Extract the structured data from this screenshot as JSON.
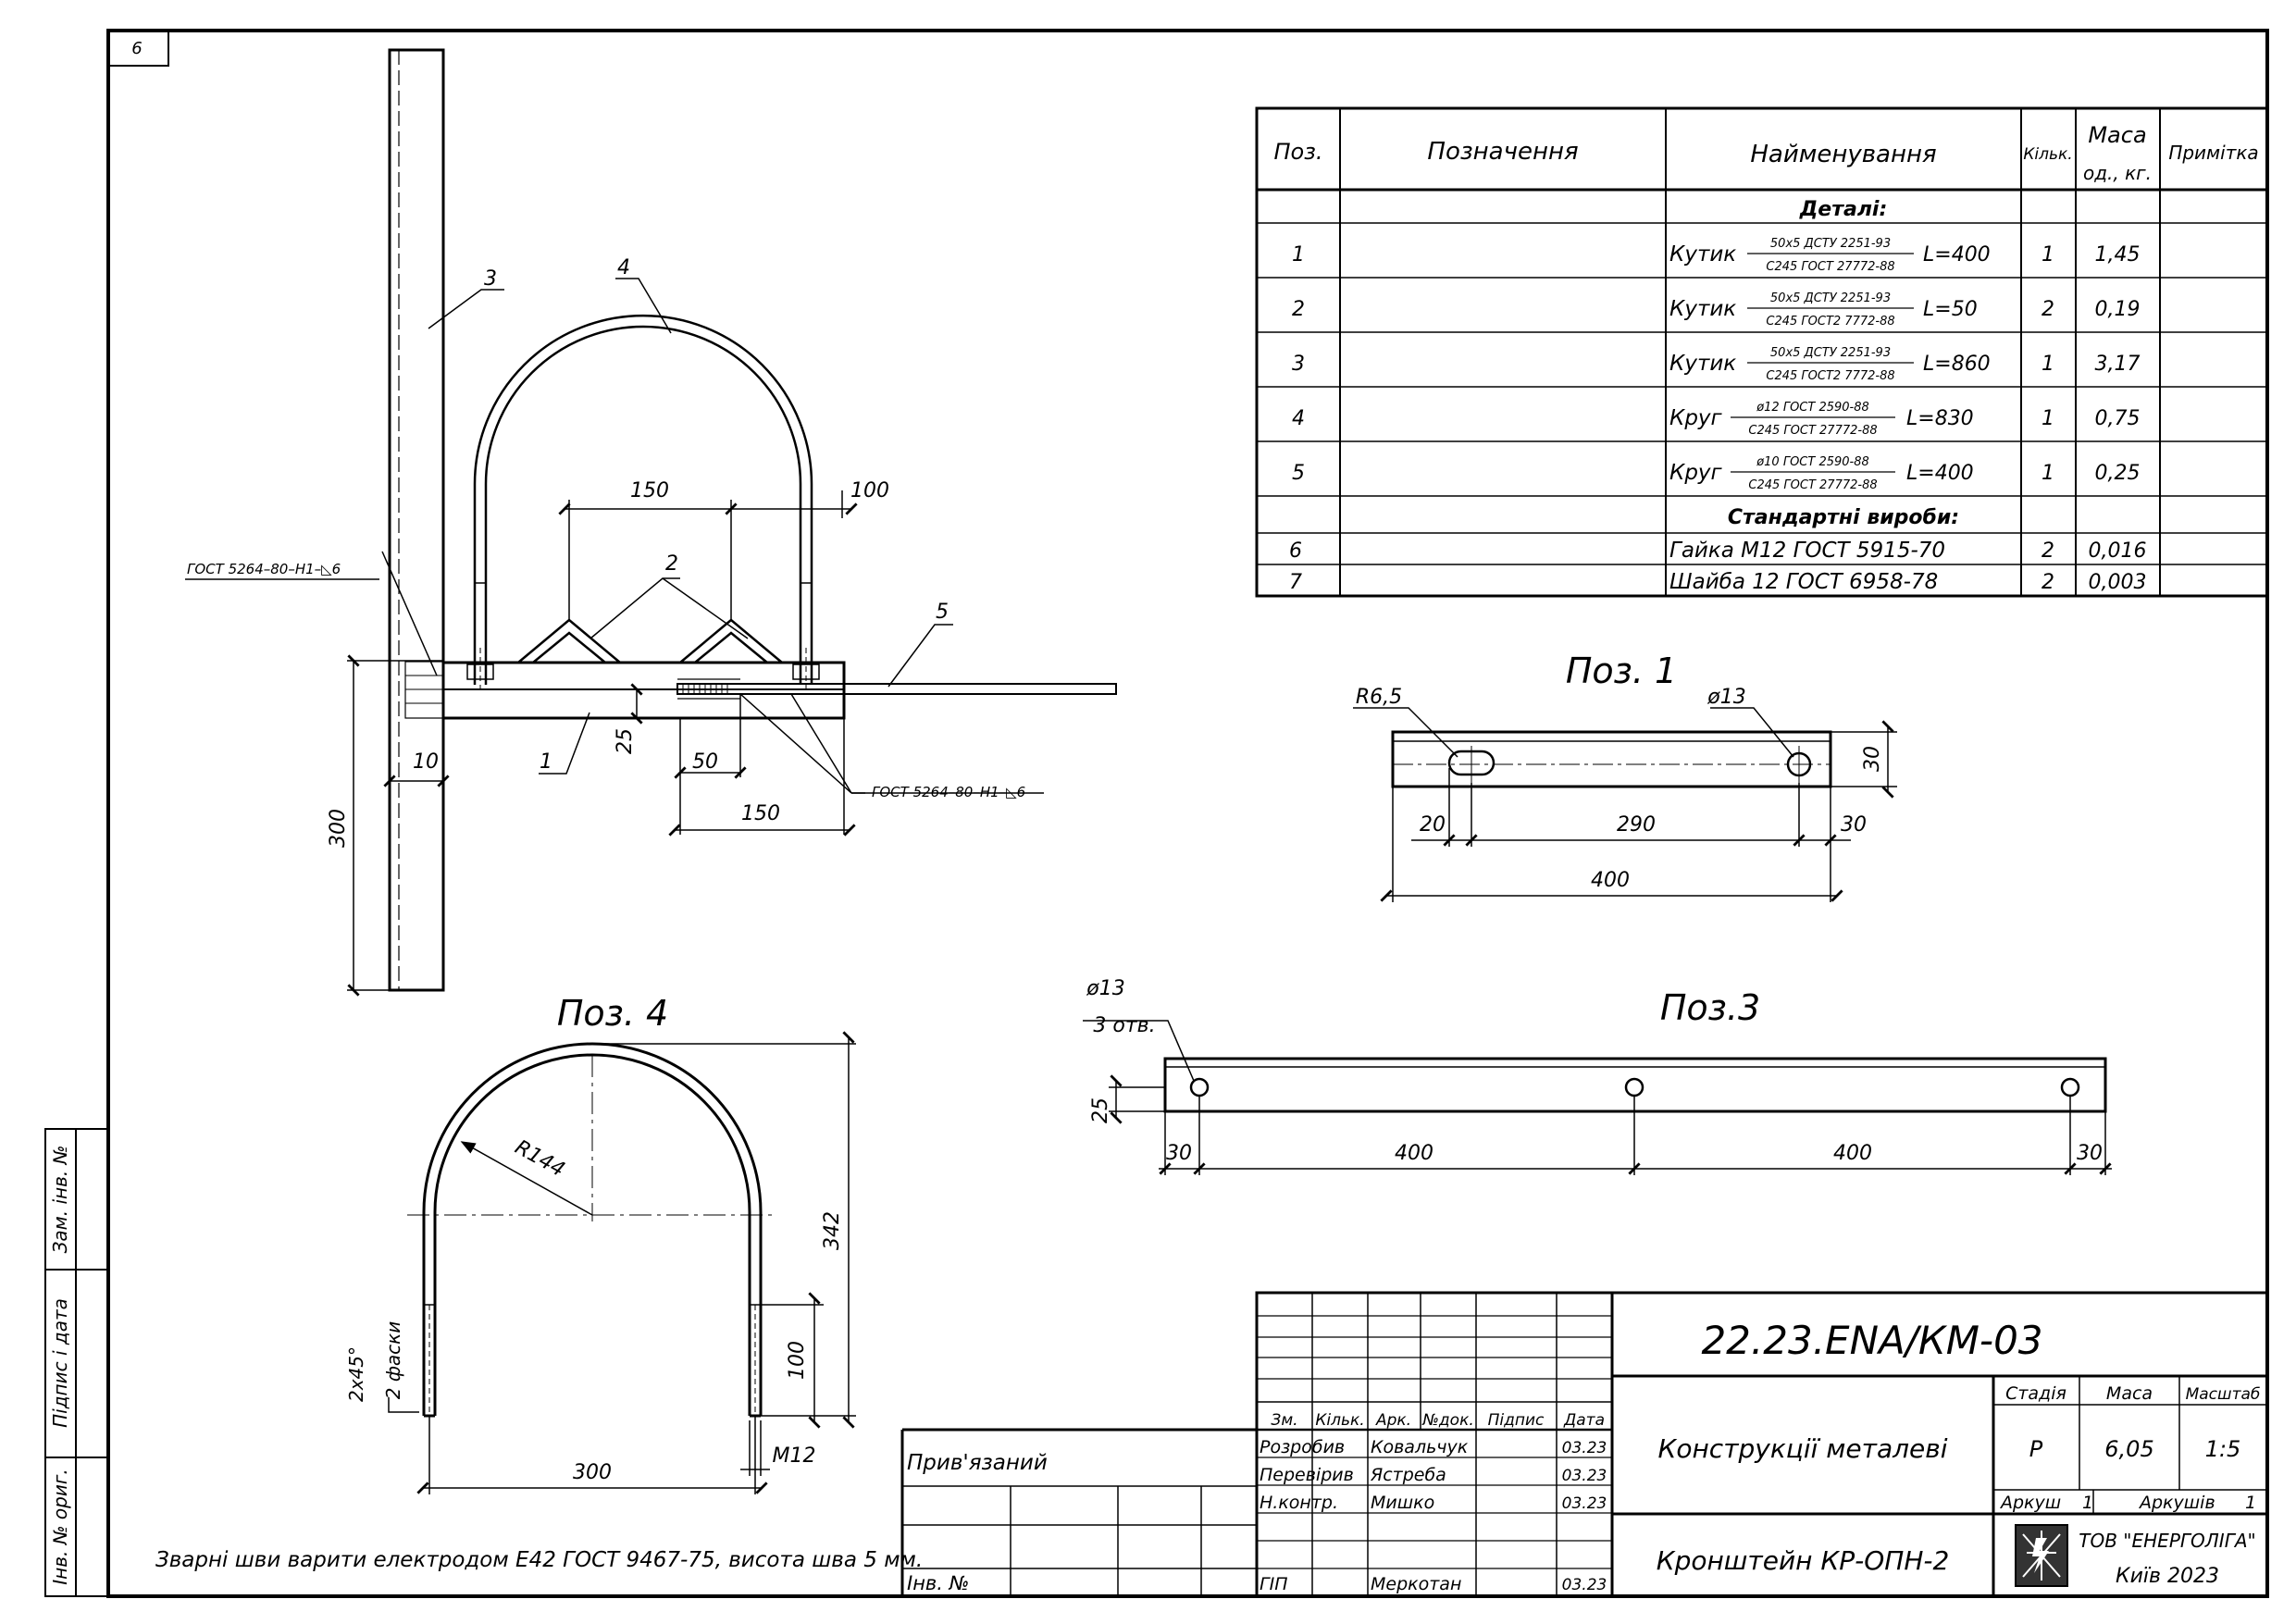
{
  "sheet": {
    "number": "6"
  },
  "views": {
    "assembly": {
      "weld_note_left": "ГОСТ 5264–80–Н1–◺6",
      "weld_note_right": "ГОСТ 5264–80–Н1–◺6",
      "pos_labels": [
        "1",
        "2",
        "3",
        "4",
        "5"
      ],
      "dims": {
        "d150_top": "150",
        "d100": "100",
        "d25": "25",
        "d50": "50",
        "d150_bottom": "150",
        "d300": "300",
        "d10": "10"
      }
    },
    "pos1": {
      "title": "Поз. 1",
      "radius": "R6,5",
      "hole": "ø13",
      "dims": {
        "d30_h": "30",
        "d20": "20",
        "d290": "290",
        "d30_r": "30",
        "d400": "400"
      }
    },
    "pos3": {
      "title": "Поз.3",
      "hole": "ø13",
      "holes_count": "3 отв.",
      "dims": {
        "d25": "25",
        "d30_l": "30",
        "d400_a": "400",
        "d400_b": "400",
        "d30_r": "30"
      }
    },
    "pos4": {
      "title": "Поз. 4",
      "radius": "R144",
      "chamfer": "2х45°",
      "chamfer_note": "2 фаски",
      "thread": "М12",
      "dims": {
        "d342": "342",
        "d100": "100",
        "d300": "300"
      }
    }
  },
  "weld_note": "Зварні шви варити електродом Е42 ГОСТ 9467-75, висота шва 5 мм.",
  "spec_table": {
    "headers": {
      "pos": "Поз.",
      "designation": "Позначення",
      "name": "Найменування",
      "qty": "Кільк.",
      "mass_1": "Маса",
      "mass_2": "од., кг.",
      "note": "Примітка"
    },
    "section_details": "Деталі:",
    "section_standard": "Стандартні вироби:",
    "rows": [
      {
        "pos": "1",
        "name": "Кутик",
        "frac_top": "50х5 ДСТУ 2251-93",
        "frac_bottom": "С245 ГОСТ 27772-88",
        "length": "L=400",
        "qty": "1",
        "mass": "1,45"
      },
      {
        "pos": "2",
        "name": "Кутик",
        "frac_top": "50х5 ДСТУ 2251-93",
        "frac_bottom": "С245 ГОСТ2 7772-88",
        "length": "L=50",
        "qty": "2",
        "mass": "0,19"
      },
      {
        "pos": "3",
        "name": "Кутик",
        "frac_top": "50х5 ДСТУ 2251-93",
        "frac_bottom": "С245 ГОСТ2 7772-88",
        "length": "L=860",
        "qty": "1",
        "mass": "3,17"
      },
      {
        "pos": "4",
        "name": "Круг",
        "frac_top": "ø12 ГОСТ 2590-88",
        "frac_bottom": "С245 ГОСТ 27772-88",
        "length": "L=830",
        "qty": "1",
        "mass": "0,75"
      },
      {
        "pos": "5",
        "name": "Круг",
        "frac_top": "ø10 ГОСТ 2590-88",
        "frac_bottom": "С245 ГОСТ 27772-88",
        "length": "L=400",
        "qty": "1",
        "mass": "0,25"
      }
    ],
    "std_rows": [
      {
        "pos": "6",
        "name": "Гайка М12 ГОСТ 5915-70",
        "qty": "2",
        "mass": "0,016"
      },
      {
        "pos": "7",
        "name": "Шайба 12 ГОСТ 6958-78",
        "qty": "2",
        "mass": "0,003"
      }
    ]
  },
  "side_stamp": {
    "zam": "Зам. інв. №",
    "signature_date": "Підпис і дата",
    "inv_orig": "Інв. № ориг."
  },
  "linked_block": {
    "linked": "Прив'язаний",
    "inv": "Інв. №"
  },
  "title_block": {
    "code": "22.23.ENA/КМ-03",
    "headers": {
      "zm": "Зм.",
      "kilk": "Кільк.",
      "ark": "Арк.",
      "ndok": "№док.",
      "pidpys": "Підпис",
      "data": "Дата"
    },
    "people": [
      {
        "role": "Розробив",
        "name": "Ковальчук",
        "date": "03.23"
      },
      {
        "role": "Перевірив",
        "name": "Ястреба",
        "date": "03.23"
      },
      {
        "role": "Н.контр.",
        "name": "Мишко",
        "date": "03.23"
      },
      {
        "role": "ГІП",
        "name": "Меркотан",
        "date": "03.23"
      }
    ],
    "subject": "Конструкції металеві",
    "item": "Кронштейн КР-ОПН-2",
    "stage_label": "Стадія",
    "mass_label": "Маса",
    "scale_label": "Масштаб",
    "stage": "Р",
    "mass": "6,05",
    "scale": "1:5",
    "sheet_label": "Аркуш",
    "sheet": "1",
    "sheets_label": "Аркушів",
    "sheets": "1",
    "company": "ТОВ \"ЕНЕРГОЛІГА\"",
    "city_year": "Київ 2023"
  }
}
